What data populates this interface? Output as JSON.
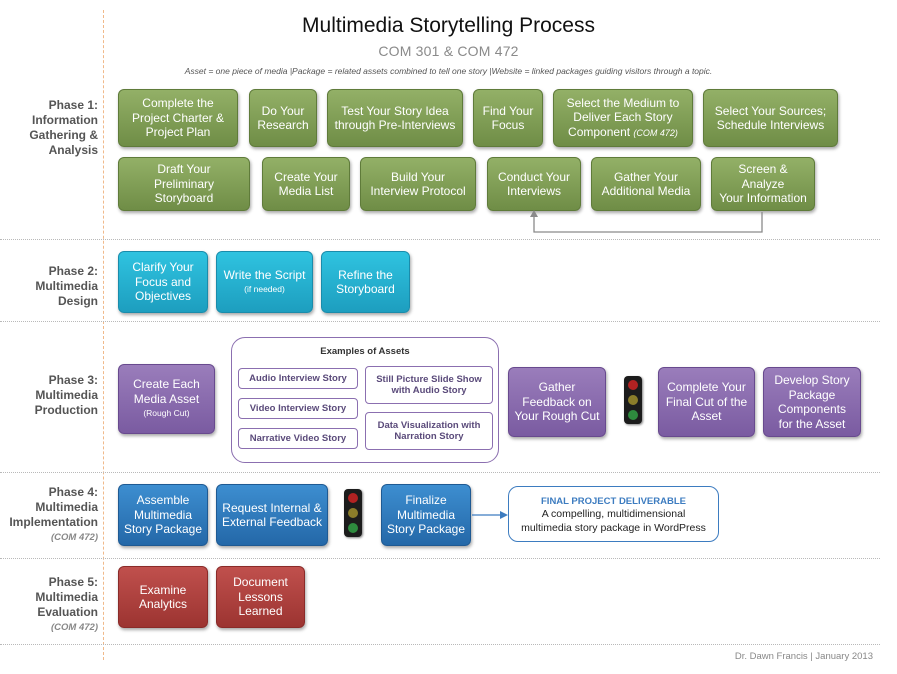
{
  "title": "Multimedia Storytelling Process",
  "subtitle": "COM 301 & COM 472",
  "legend_line": "Asset = one piece of media  |Package = related assets combined to tell one story  |Website = linked packages guiding visitors through a topic.",
  "phases": [
    {
      "lines": [
        "Phase 1:",
        "Information",
        "Gathering &",
        "Analysis"
      ],
      "note": ""
    },
    {
      "lines": [
        "Phase 2:",
        "Multimedia",
        "Design"
      ],
      "note": ""
    },
    {
      "lines": [
        "Phase 3:",
        "Multimedia",
        "Production"
      ],
      "note": ""
    },
    {
      "lines": [
        "Phase 4:",
        "Multimedia",
        "Implementation"
      ],
      "note": "(COM 472)"
    },
    {
      "lines": [
        "Phase 5:",
        "Multimedia",
        "Evaluation"
      ],
      "note": "(COM 472)"
    }
  ],
  "phase1": {
    "row1": [
      {
        "lines": [
          "Complete the",
          "Project Charter &",
          "Project Plan"
        ],
        "note": ""
      },
      {
        "lines": [
          "Do Your",
          "Research"
        ],
        "note": ""
      },
      {
        "lines": [
          "Test Your Story Idea",
          "through Pre-Interviews"
        ],
        "note": ""
      },
      {
        "lines": [
          "Find Your",
          "Focus"
        ],
        "note": ""
      },
      {
        "lines": [
          "Select  the Medium to",
          "Deliver Each Story",
          "Component"
        ],
        "note": "(COM 472)"
      },
      {
        "lines": [
          "Select Your Sources;",
          "Schedule Interviews"
        ],
        "note": ""
      }
    ],
    "row2": [
      {
        "lines": [
          "Draft Your",
          "Preliminary Storyboard"
        ]
      },
      {
        "lines": [
          "Create Your",
          "Media List"
        ]
      },
      {
        "lines": [
          "Build Your",
          "Interview Protocol"
        ]
      },
      {
        "lines": [
          "Conduct Your",
          "Interviews"
        ]
      },
      {
        "lines": [
          "Gather Your",
          "Additional Media"
        ]
      },
      {
        "lines": [
          "Screen & Analyze",
          "Your Information"
        ]
      }
    ]
  },
  "phase2": [
    {
      "lines": [
        "Clarify Your",
        "Focus and",
        "Objectives"
      ],
      "note": ""
    },
    {
      "lines": [
        "Write the Script"
      ],
      "note": "(if needed)"
    },
    {
      "lines": [
        "Refine the",
        "Storyboard"
      ],
      "note": ""
    }
  ],
  "phase3": {
    "create": {
      "lines": [
        "Create Each",
        "Media Asset"
      ],
      "note": "(Rough Cut)"
    },
    "assets_title": "Examples of Assets",
    "assets": [
      "Audio Interview Story",
      "Video Interview Story",
      "Narrative Video Story",
      "Still Picture Slide Show with Audio Story",
      "Data Visualization with Narration Story"
    ],
    "gather": {
      "lines": [
        "Gather",
        "Feedback on",
        "Your Rough Cut"
      ]
    },
    "final_cut": {
      "lines": [
        "Complete Your",
        "Final Cut of the",
        "Asset"
      ]
    },
    "develop": {
      "lines": [
        "Develop Story",
        "Package",
        "Components",
        "for the Asset"
      ]
    }
  },
  "phase4": [
    {
      "lines": [
        "Assemble",
        "Multimedia",
        "Story Package"
      ]
    },
    {
      "lines": [
        "Request Internal &",
        "External Feedback"
      ]
    },
    {
      "lines": [
        "Finalize",
        "Multimedia",
        "Story Package"
      ]
    }
  ],
  "deliverable": {
    "heading": "FINAL PROJECT DELIVERABLE",
    "line1": "A compelling, multidimensional",
    "line2": "multimedia story package in WordPress"
  },
  "phase5": [
    {
      "lines": [
        "Examine",
        "Analytics"
      ]
    },
    {
      "lines": [
        "Document",
        "Lessons",
        "Learned"
      ]
    }
  ],
  "credit": "Dr. Dawn Francis | January 2013",
  "colors": {
    "phase1": "#7f9c54",
    "phase2": "#28b3d3",
    "phase3": "#8a6cae",
    "phase4": "#2e78bb",
    "phase5": "#ae423f",
    "traffic_red": "#b22222",
    "traffic_yellow": "#8b7d2a",
    "traffic_green": "#2e8b3e"
  },
  "icons": [
    "traffic-light-icon",
    "arrow-right-icon",
    "loop-arrow-icon"
  ]
}
